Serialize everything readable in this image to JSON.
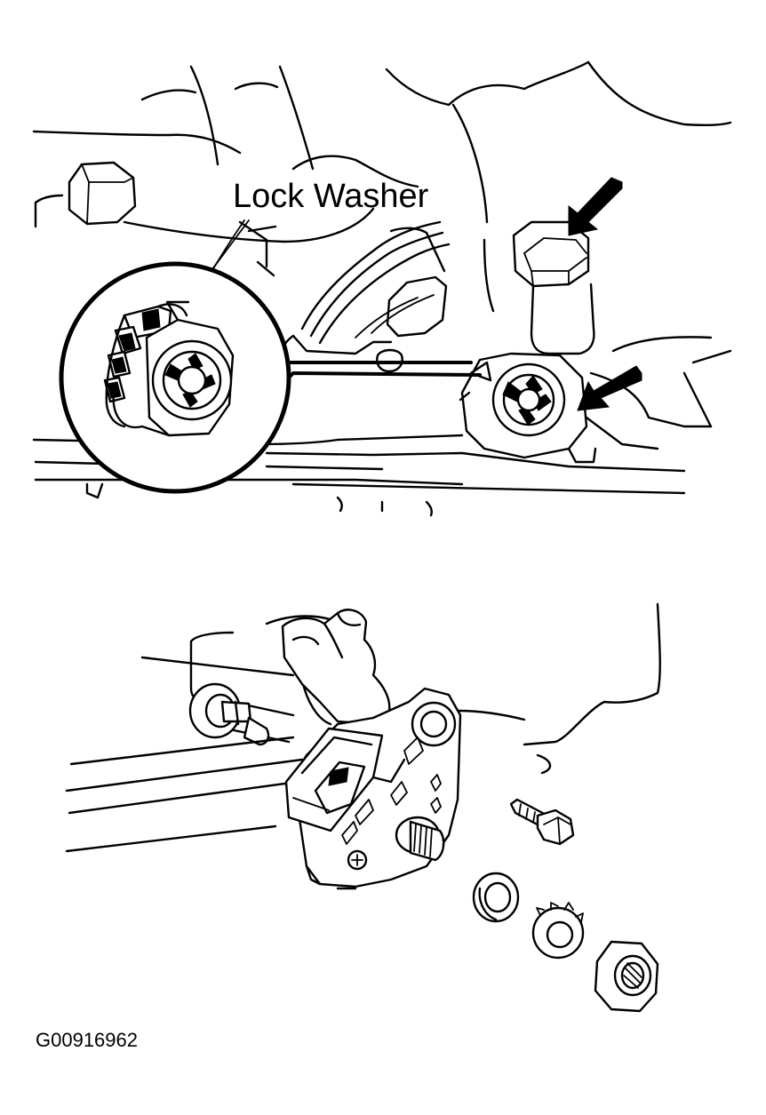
{
  "figure": {
    "callout_label": "Lock Washer",
    "figure_code": "G00916962"
  },
  "icons": {
    "top_view": "transmission-neutral-switch-installed",
    "detail_view": "lock-washer-detail-magnifier",
    "bottom_view": "neutral-switch-exploded",
    "arrow": "pointer-arrow"
  }
}
